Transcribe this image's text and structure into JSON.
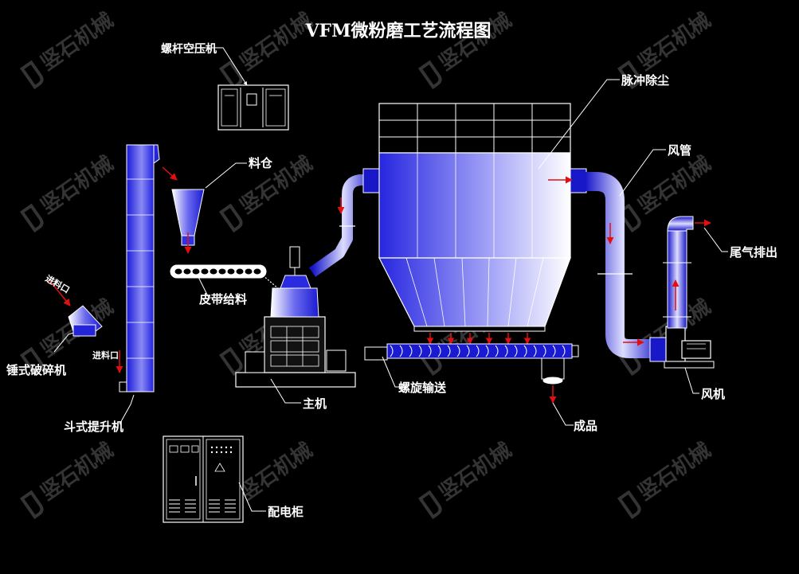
{
  "title": "VFM微粉磨工艺流程图",
  "watermark": "竖石机械",
  "labels": {
    "air_compressor": "螺杆空压机",
    "bin": "料仓",
    "belt_feeder": "皮带给料",
    "feed_inlet_1": "进料口",
    "feed_inlet_2": "进料口",
    "hammer_crusher": "锤式破碎机",
    "bucket_elevator": "斗式提升机",
    "main_mill": "主机",
    "pulse_collector": "脉冲除尘",
    "air_duct": "风管",
    "exhaust": "尾气排出",
    "screw_conveyor": "螺旋输送",
    "fan": "风机",
    "product": "成品",
    "control_cabinet": "配电柜"
  },
  "colors": {
    "equipment_blue": "#3030e8",
    "flow_arrow": "#e01010",
    "line": "#ffffff",
    "background": "#000000"
  }
}
